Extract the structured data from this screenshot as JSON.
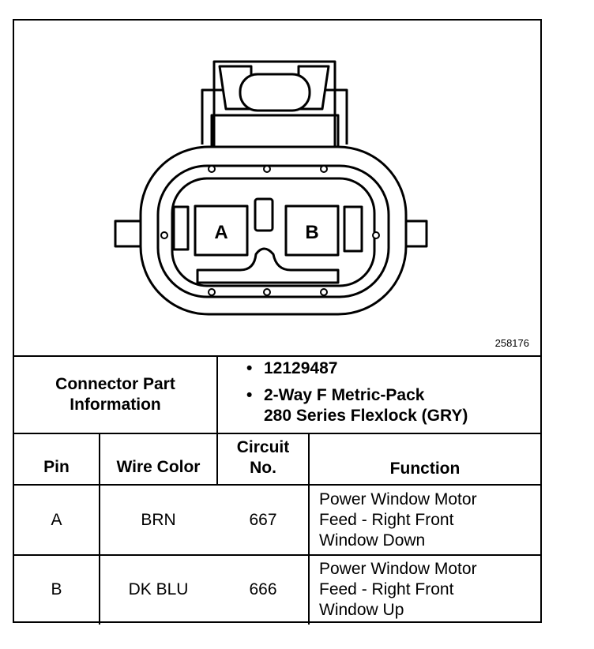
{
  "diagram": {
    "figure_id": "258176",
    "cavity_labels": [
      "A",
      "B"
    ]
  },
  "part_info": {
    "label": "Connector Part Information",
    "bullet_glyph": "•",
    "items": [
      "12129487",
      "2-Way F Metric-Pack\n280 Series Flexlock (GRY)"
    ]
  },
  "table": {
    "headers": {
      "pin": "Pin",
      "wire_color": "Wire Color",
      "circuit": "Circuit\nNo.",
      "function": "Function"
    },
    "rows": [
      {
        "pin": "A",
        "wire_color": "BRN",
        "circuit": "667",
        "function": "Power Window Motor\nFeed - Right Front\nWindow Down"
      },
      {
        "pin": "B",
        "wire_color": "DK BLU",
        "circuit": "666",
        "function": "Power Window Motor\nFeed - Right Front\nWindow Up"
      }
    ]
  }
}
